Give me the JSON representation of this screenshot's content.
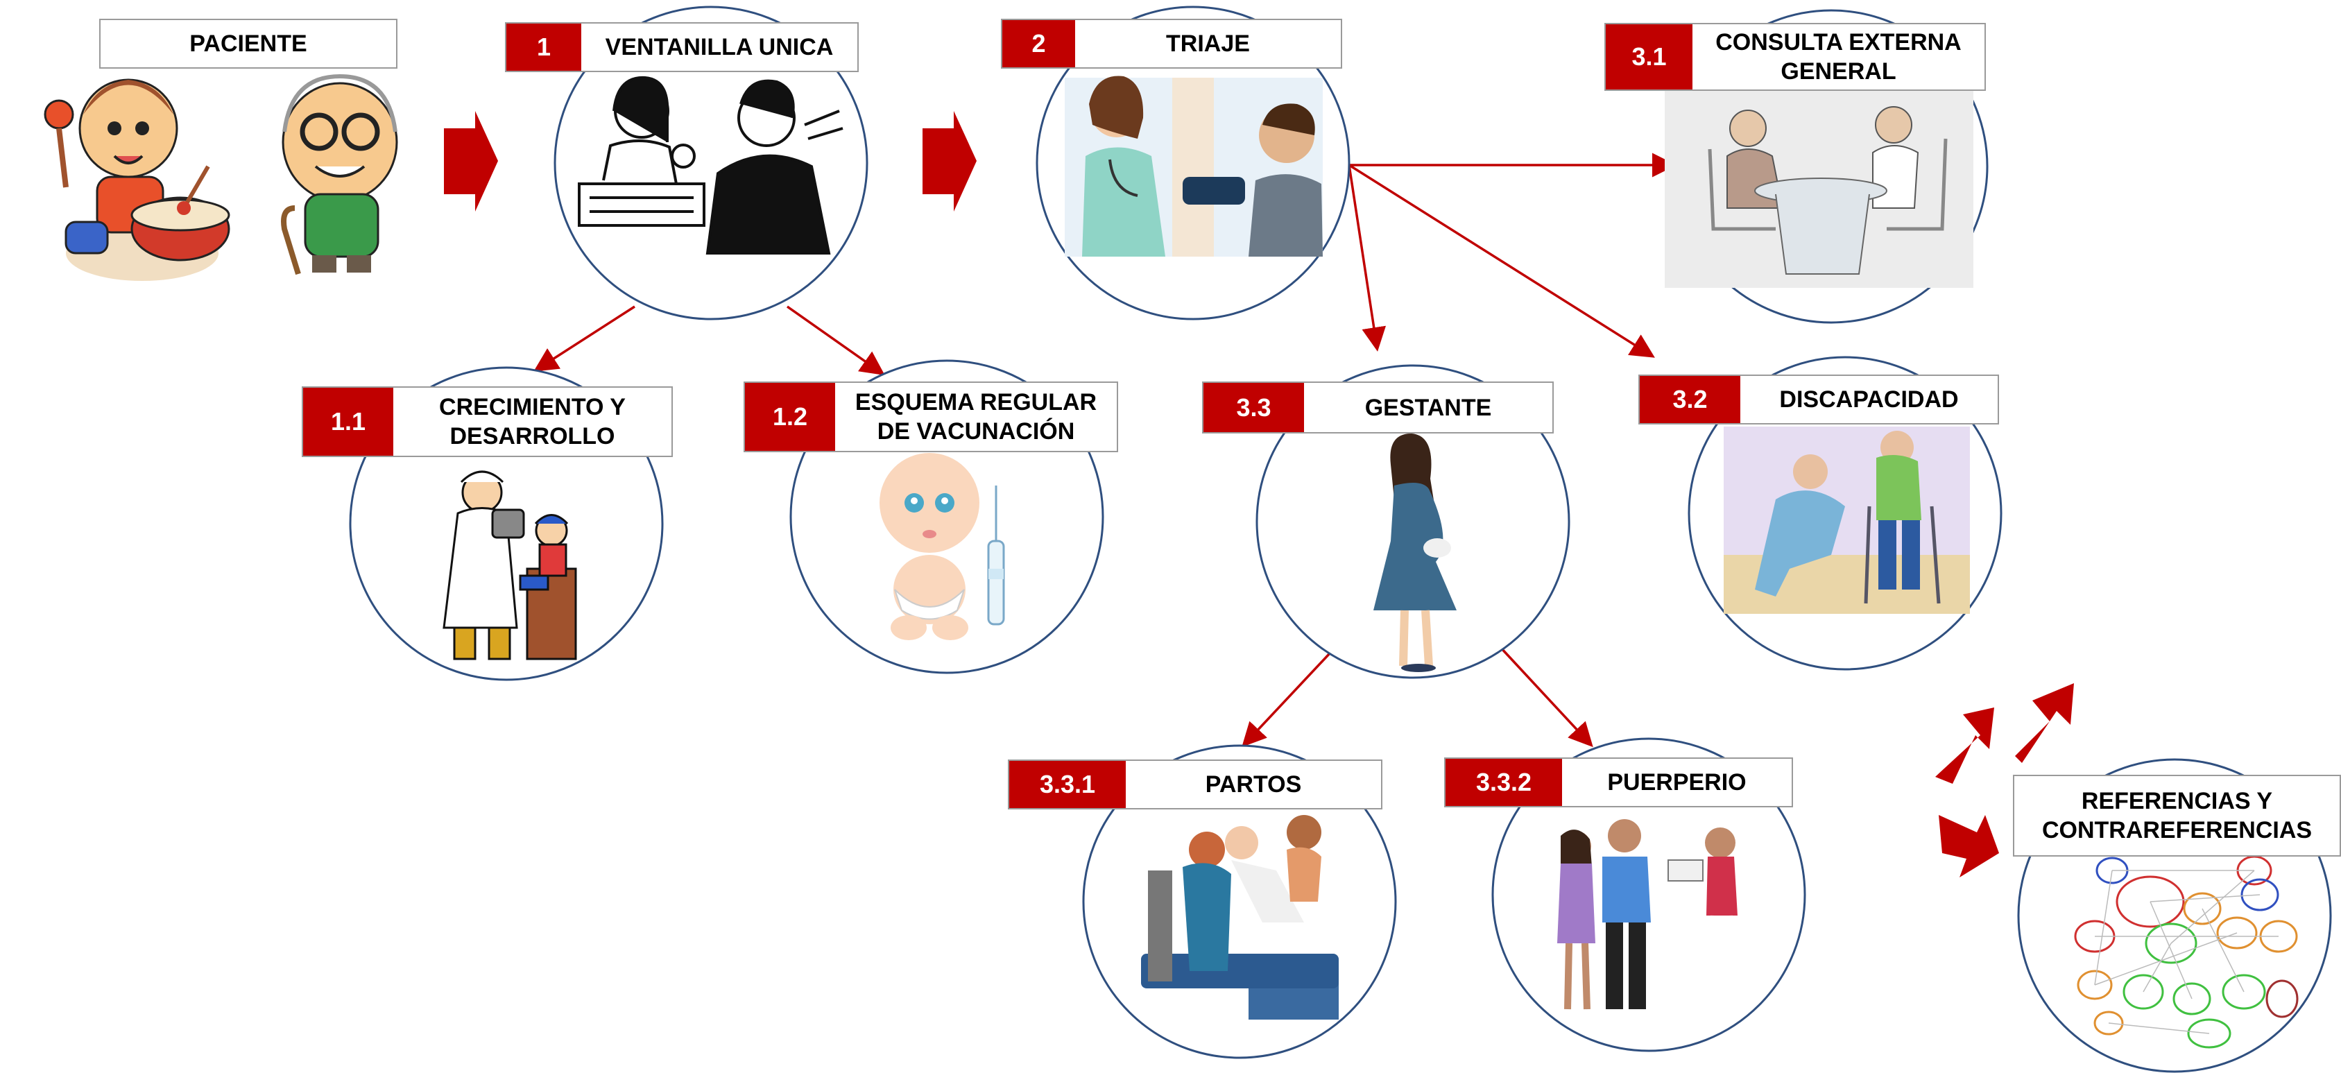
{
  "nodes": {
    "paciente": {
      "title": "PACIENTE"
    },
    "ventanilla": {
      "num": "1",
      "title": "VENTANILLA UNICA"
    },
    "triaje": {
      "num": "2",
      "title": "TRIAJE"
    },
    "consulta": {
      "num": "3.1",
      "title_l1": "CONSULTA EXTERNA",
      "title_l2": "GENERAL"
    },
    "crecimiento": {
      "num": "1.1",
      "title_l1": "CRECIMIENTO Y",
      "title_l2": "DESARROLLO"
    },
    "vacunacion": {
      "num": "1.2",
      "title_l1": "ESQUEMA REGULAR",
      "title_l2": "DE VACUNACIÓN"
    },
    "gestante": {
      "num": "3.3",
      "title": "GESTANTE"
    },
    "discapacidad": {
      "num": "3.2",
      "title": "DISCAPACIDAD"
    },
    "partos": {
      "num": "3.3.1",
      "title": "PARTOS"
    },
    "puerperio": {
      "num": "3.3.2",
      "title": "PUERPERIO"
    },
    "referencias": {
      "title_l1": "REFERENCIAS Y",
      "title_l2": "CONTRAREFERENCIAS"
    }
  },
  "colors": {
    "accent": "#c00000",
    "circle_stroke": "#2f4f7f",
    "label_border": "#9a9a9a"
  },
  "icons": [
    "children-illustration-icon",
    "reception-desk-icon",
    "nurse-blood-pressure-icon",
    "doctor-consultation-icon",
    "nurse-child-icon",
    "baby-vaccine-icon",
    "pregnant-woman-icon",
    "disability-care-icon",
    "childbirth-icon",
    "postpartum-family-icon",
    "network-graph-icon"
  ]
}
